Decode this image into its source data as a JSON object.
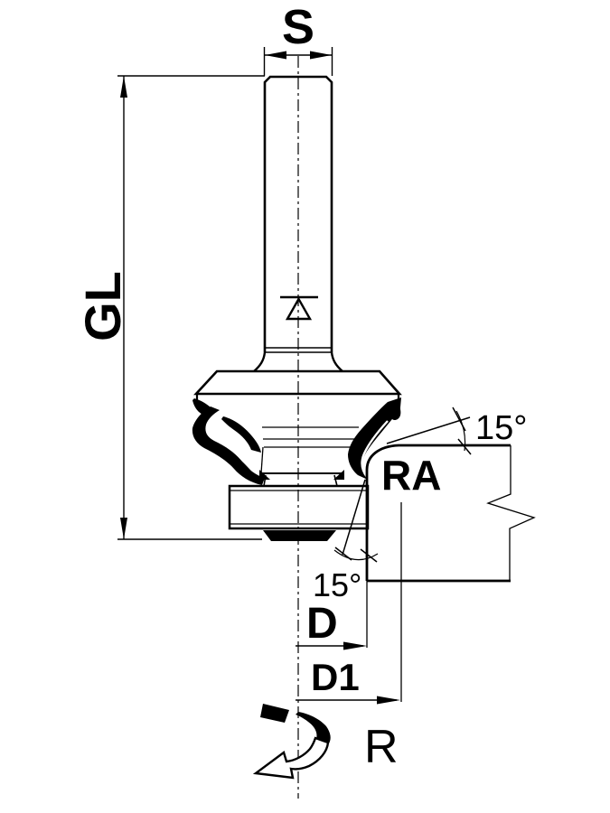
{
  "drawing": {
    "background": "#ffffff",
    "line_color": "#000000",
    "labels": {
      "shank_diameter": "S",
      "overall_length": "GL",
      "corner_radius": "RA",
      "diameter_small": "D",
      "diameter_large": "D1",
      "radius": "R",
      "angle_top": "15°",
      "angle_bottom": "15°"
    }
  }
}
